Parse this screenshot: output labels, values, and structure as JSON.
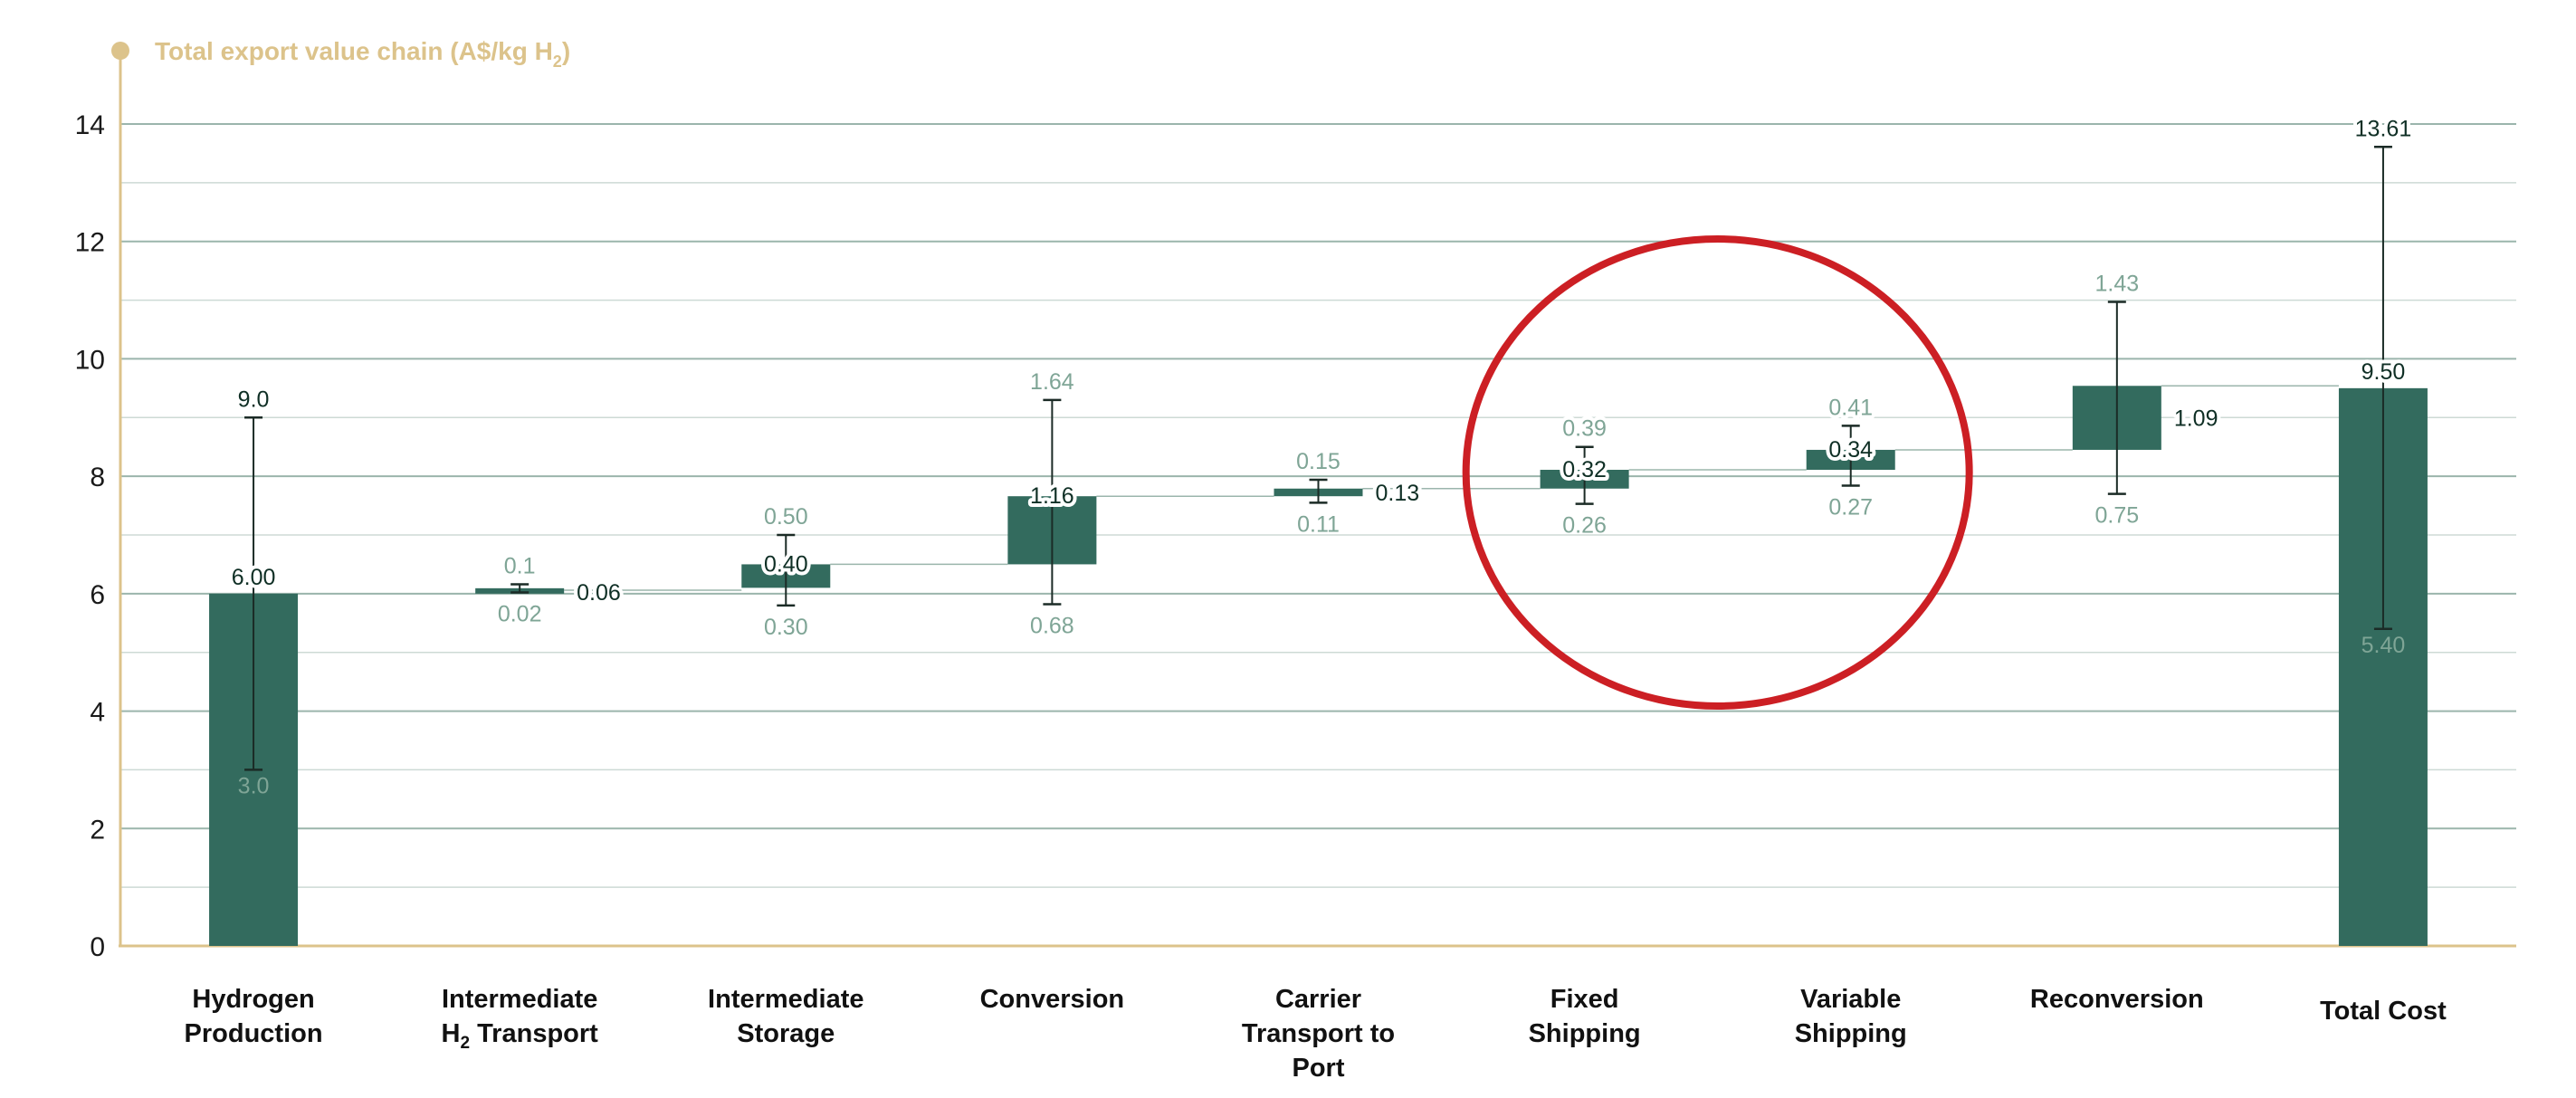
{
  "colors": {
    "bar": "#336b5e",
    "axis": "#dcc38b",
    "grid_major": "#9bb5ac",
    "grid_minor": "#cddad5",
    "err_label": "#7fa596",
    "main_label": "#0f2f25",
    "highlight_circle": "#cc1f24"
  },
  "chart_data": {
    "type": "bar",
    "subtype": "waterfall-with-error-bars",
    "title": "Total export value chain (A$/kg H",
    "title_subscript": "2",
    "title_suffix": ")",
    "ylim": [
      0,
      14
    ],
    "yticks": [
      "0",
      "2",
      "4",
      "6",
      "8",
      "10",
      "12",
      "14"
    ],
    "grid": true,
    "legend": "none",
    "highlight": "circle around Fixed Shipping and Variable Shipping",
    "categories": [
      {
        "label_lines": [
          "Hydrogen",
          "Production"
        ],
        "base": 0,
        "value": 6.0,
        "value_label": "6.00",
        "err_high": 9.0,
        "err_high_label": "9.0",
        "err_low": 3.0,
        "err_low_label": "3.0",
        "kind": "total",
        "value_label_pos": "top"
      },
      {
        "label_lines": [
          "Intermediate",
          "H|2| Transport"
        ],
        "base": 6.0,
        "value": 0.06,
        "value_label": "0.06",
        "err_high": 6.16,
        "err_high_label": "0.1",
        "err_low": 6.02,
        "err_low_label": "0.02",
        "kind": "step",
        "value_label_pos": "right"
      },
      {
        "label_lines": [
          "Intermediate",
          "Storage"
        ],
        "base": 6.1,
        "value": 0.4,
        "value_label": "0.40",
        "err_high": 7.0,
        "err_high_label": "0.50",
        "err_low": 5.8,
        "err_low_label": "0.30",
        "kind": "step",
        "value_label_pos": "inside"
      },
      {
        "label_lines": [
          "Conversion"
        ],
        "base": 6.5,
        "value": 1.16,
        "value_label": "1.16",
        "err_high": 9.3,
        "err_high_label": "1.64",
        "err_low": 5.82,
        "err_low_label": "0.68",
        "kind": "step",
        "value_label_pos": "inside"
      },
      {
        "label_lines": [
          "Carrier",
          "Transport to",
          "Port"
        ],
        "base": 7.66,
        "value": 0.13,
        "value_label": "0.13",
        "err_high": 7.94,
        "err_high_label": "0.15",
        "err_low": 7.55,
        "err_low_label": "0.11",
        "kind": "step",
        "value_label_pos": "right"
      },
      {
        "label_lines": [
          "Fixed",
          "Shipping"
        ],
        "base": 7.79,
        "value": 0.32,
        "value_label": "0.32",
        "err_high": 8.5,
        "err_high_label": "0.39",
        "err_low": 7.53,
        "err_low_label": "0.26",
        "kind": "step",
        "value_label_pos": "inside"
      },
      {
        "label_lines": [
          "Variable",
          "Shipping"
        ],
        "base": 8.11,
        "value": 0.34,
        "value_label": "0.34",
        "err_high": 8.86,
        "err_high_label": "0.41",
        "err_low": 7.84,
        "err_low_label": "0.27",
        "kind": "step",
        "value_label_pos": "inside"
      },
      {
        "label_lines": [
          "Reconversion"
        ],
        "base": 8.45,
        "value": 1.09,
        "value_label": "1.09",
        "err_high": 10.97,
        "err_high_label": "1.43",
        "err_low": 7.7,
        "err_low_label": "0.75",
        "kind": "step",
        "value_label_pos": "right"
      },
      {
        "label_lines": [
          "Total Cost"
        ],
        "base": 0,
        "value": 9.5,
        "value_label": "9.50",
        "err_high": 13.61,
        "err_high_label": "13.61",
        "err_low": 5.4,
        "err_low_label": "5.40",
        "kind": "total",
        "value_label_pos": "top"
      }
    ]
  }
}
